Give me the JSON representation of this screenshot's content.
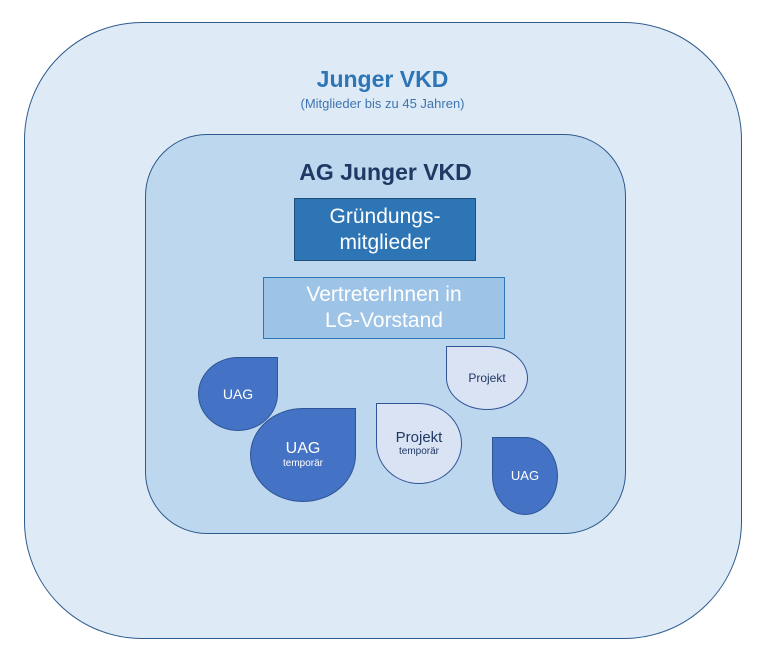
{
  "outer": {
    "title": "Junger VKD",
    "subtitle": "(Mitglieder bis zu 45 Jahren)"
  },
  "inner": {
    "title": "AG Junger VKD"
  },
  "boxes": {
    "founders": "Gründungs-\nmitglieder",
    "representatives": "VertreterInnen in\nLG-Vorstand"
  },
  "groups": [
    {
      "label": "UAG",
      "sub": ""
    },
    {
      "label": "UAG",
      "sub": "temporär"
    },
    {
      "label": "Projekt",
      "sub": "temporär"
    },
    {
      "label": "Projekt",
      "sub": ""
    },
    {
      "label": "UAG",
      "sub": ""
    }
  ],
  "colors": {
    "outer_fill": "#deebf7",
    "inner_fill": "#bdd7ee",
    "founders_fill": "#2e75b6",
    "representatives_fill": "#9dc3e6",
    "uag_fill": "#4472c4",
    "projekt_fill": "#dae3f3"
  }
}
